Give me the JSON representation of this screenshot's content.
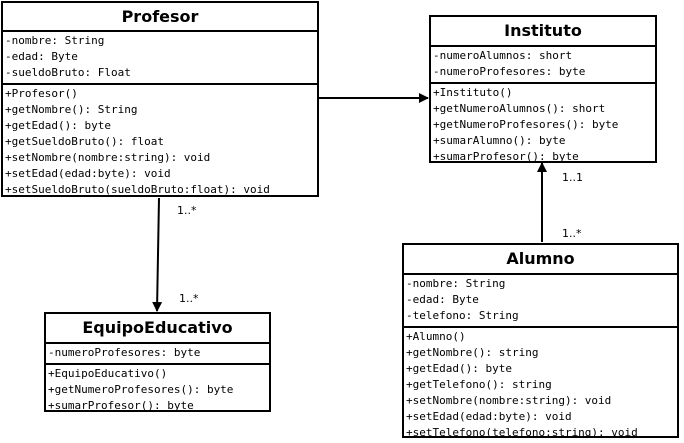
{
  "classes": {
    "profesor": {
      "name": "Profesor",
      "attributes": [
        "-nombre: String",
        "-edad: Byte",
        "-sueldoBruto: Float"
      ],
      "methods": [
        "+Profesor()",
        "+getNombre(): String",
        "+getEdad(): byte",
        "+getSueldoBruto(): float",
        "+setNombre(nombre:string): void",
        "+setEdad(edad:byte): void",
        "+setSueldoBruto(sueldoBruto:float): void"
      ]
    },
    "instituto": {
      "name": "Instituto",
      "attributes": [
        "-numeroAlumnos: short",
        "-numeroProfesores: byte"
      ],
      "methods": [
        "+Instituto()",
        "+getNumeroAlumnos(): short",
        "+getNumeroProfesores(): byte",
        "+sumarAlumno(): byte",
        "+sumarProfesor(): byte"
      ]
    },
    "equipo": {
      "name": "EquipoEducativo",
      "attributes": [
        "-numeroProfesores: byte"
      ],
      "methods": [
        "+EquipoEducativo()",
        "+getNumeroProfesores(): byte",
        "+sumarProfesor(): byte"
      ]
    },
    "alumno": {
      "name": "Alumno",
      "attributes": [
        "-nombre: String",
        "-edad: Byte",
        "-telefono: String"
      ],
      "methods": [
        "+Alumno()",
        "+getNombre(): string",
        "+getEdad(): byte",
        "+getTelefono(): string",
        "+setNombre(nombre:string): void",
        "+setEdad(edad:byte): void",
        "+setTelefono(telefono:string): void"
      ]
    }
  },
  "multiplicities": {
    "profesor_end": "1..*",
    "equipo_end": "1..*",
    "instituto_end": "1..1",
    "alumno_end": "1..*"
  }
}
